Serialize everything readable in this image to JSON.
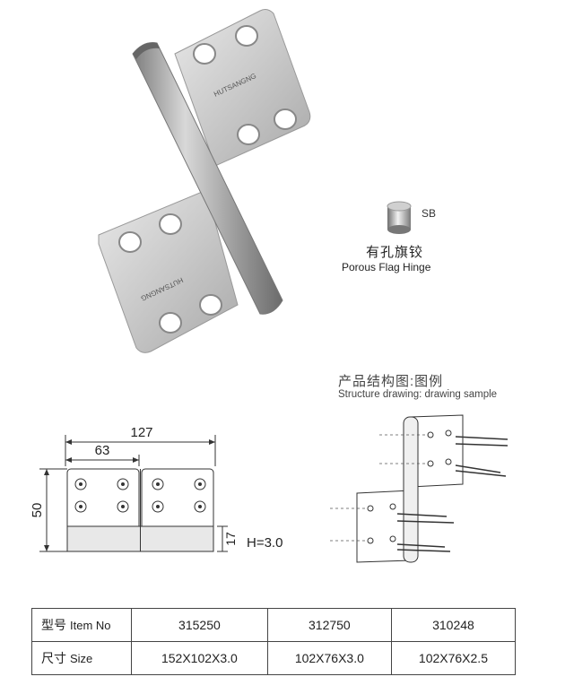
{
  "product": {
    "finish_code": "SB",
    "name_cn": "有孔旗铰",
    "name_en": "Porous Flag Hinge",
    "brand_mark": "HUTSANGNG"
  },
  "structure": {
    "title_cn": "产品结构图:图例",
    "title_en": "Structure drawing: drawing sample"
  },
  "dimensions": {
    "overall_width": "127",
    "leaf_width": "63",
    "height": "50",
    "knuckle": "17",
    "thickness_label": "H=3.0"
  },
  "spec_table": {
    "rows": [
      {
        "label_cn": "型号",
        "label_en": "Item No",
        "values": [
          "315250",
          "312750",
          "310248"
        ]
      },
      {
        "label_cn": "尺寸",
        "label_en": "Size",
        "values": [
          "152X102X3.0",
          "102X76X3.0",
          "102X76X2.5"
        ]
      }
    ]
  },
  "colors": {
    "steel_light": "#dcdcdc",
    "steel_dark": "#8f8f8f",
    "line": "#333333"
  }
}
